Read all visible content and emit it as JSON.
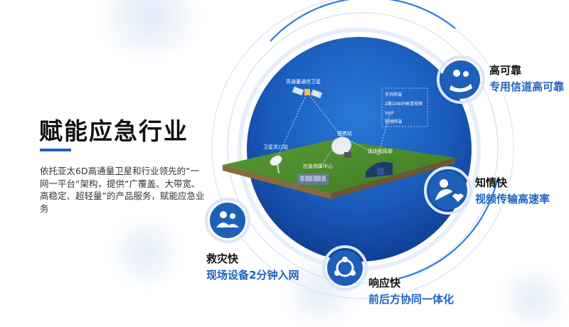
{
  "title": "赋能应急行业",
  "description": "依托亚太6D高通量卫星和行业领先的“一网一平台”架构，提供“广覆盖、大带宽、高稳定、超轻量”的产品服务，赋能应急业务",
  "diagram": {
    "satellite_label": "高通量通信卫星",
    "gateway_label": "卫星关口站",
    "portable_label": "便携站",
    "command_center_label": "应急指挥中心",
    "field_hq_label": "现场指挥部",
    "terminals": [
      "手持终端",
      "2路1080P高清视频",
      "VoIP",
      "视频终端"
    ]
  },
  "features": [
    {
      "title": "高可靠",
      "subtitle": "专用信道高可靠",
      "icon": "hands-people-icon"
    },
    {
      "title": "知情快",
      "subtitle": "视频传输高速率",
      "icon": "person-heart-icon"
    },
    {
      "title": "响应快",
      "subtitle": "前后方协同一体化",
      "icon": "collaboration-cycle-icon"
    },
    {
      "title": "救灾快",
      "subtitle": "现场设备2分钟入网",
      "icon": "group-people-icon"
    }
  ],
  "colors": {
    "accent": "#1e5fb8",
    "subtitle_blue": "#1e62c4",
    "grass": "#4f8a2e"
  }
}
